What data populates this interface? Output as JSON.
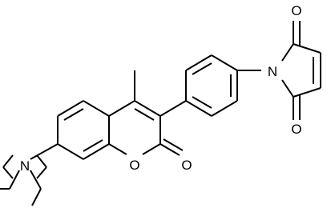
{
  "atoms": {
    "o_maleimide_top": "O",
    "o_maleimide_bottom": "O",
    "n_maleimide": "N",
    "n_amine": "N",
    "o_ring": "O",
    "o_carbonyl": "O"
  },
  "colors": {
    "bond": "#000000",
    "label": "#000000",
    "background": "#ffffff"
  }
}
